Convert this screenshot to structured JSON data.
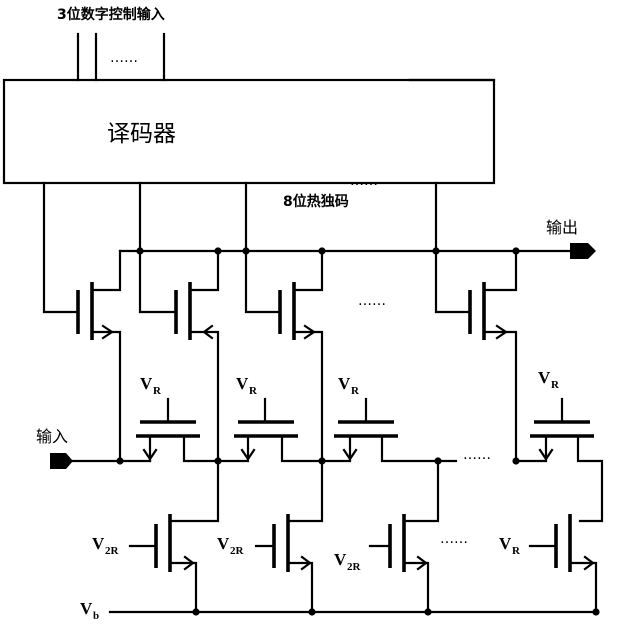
{
  "labels": {
    "control_input": "3位数字控制输入",
    "decoder": "译码器",
    "thermometer_code": "8位热独码",
    "output": "输出",
    "input": "输入",
    "ellipsis": "……",
    "vb_main": "V",
    "vb_sub": "b"
  },
  "voltages": {
    "vr_main": "V",
    "vr_sub": "R",
    "v2r_main": "V",
    "v2r_sub": "2R"
  }
}
